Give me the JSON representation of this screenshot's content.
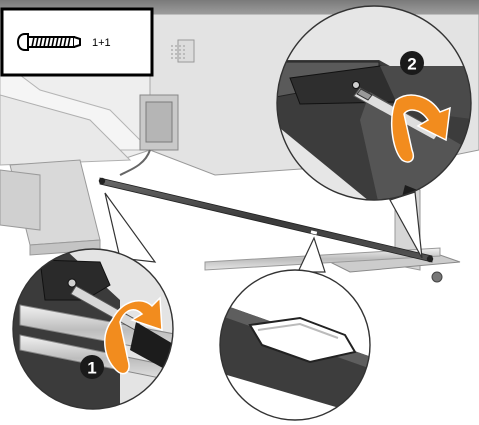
{
  "parts_box": {
    "part_icon": "screw-icon",
    "quantity_label": "1+1"
  },
  "steps": [
    {
      "number": "1",
      "icon": "rotate-arrow-icon"
    },
    {
      "number": "2",
      "icon": "rotate-arrow-icon"
    }
  ],
  "colors": {
    "arrow_orange": "#f28c1e",
    "callout_black": "#1a1a1a",
    "outline": "#333333",
    "printer_gray": "#cfcfcf"
  }
}
